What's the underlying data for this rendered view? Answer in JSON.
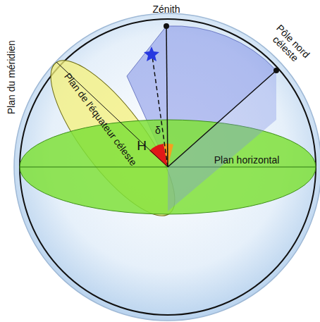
{
  "diagram": {
    "labels": [
      "Zénith",
      "Pôle nord céleste",
      "Plan du méridien",
      "Plan de l'équateur céleste",
      "Plan horizontal",
      "H",
      "δ"
    ]
  }
}
